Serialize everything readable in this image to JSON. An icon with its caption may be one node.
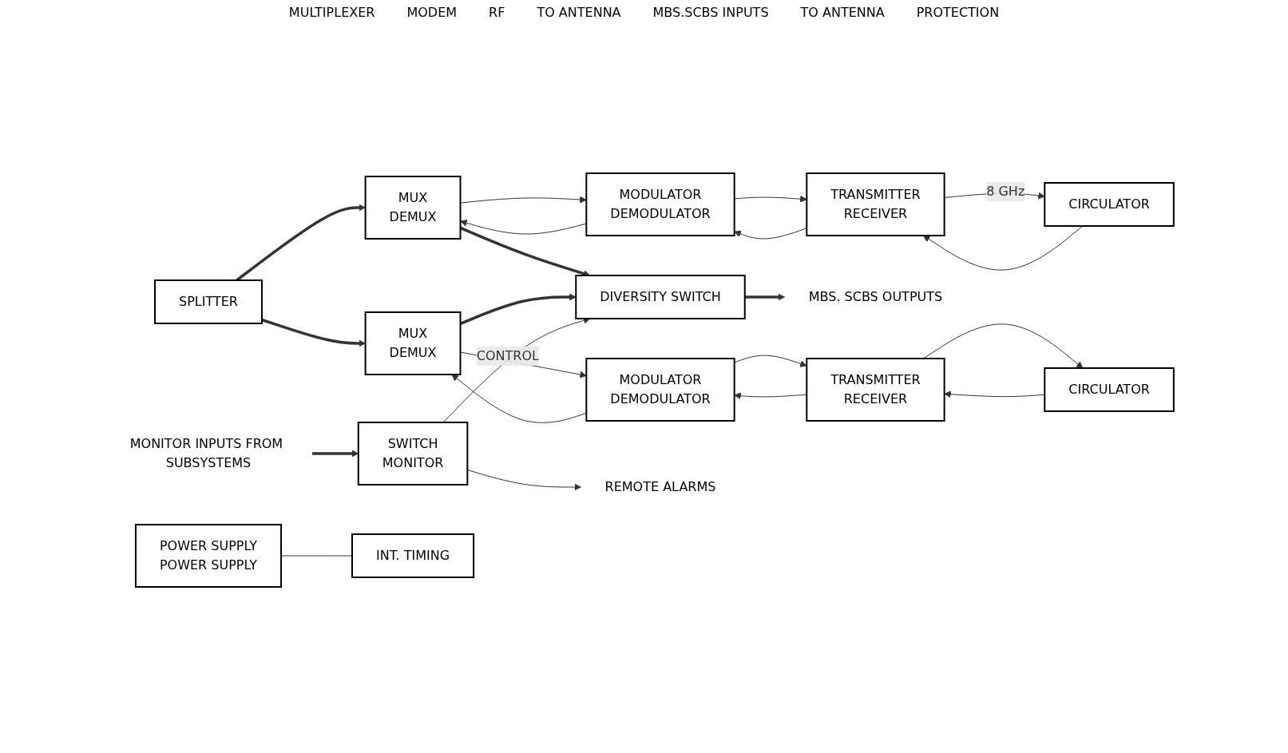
{
  "diagram": {
    "nodes": [
      {
        "text": [
          "SPLITTER"
        ]
      },
      {
        "text": [
          "MUX",
          "DEMUX"
        ]
      },
      {
        "text": [
          "MODULATOR",
          "DEMODULATOR"
        ]
      },
      {
        "text": [
          "TRANSMITTER",
          "RECEIVER"
        ]
      },
      {
        "text": [
          "CIRCULATOR"
        ]
      },
      {
        "text": [
          "DIVERSITY SWITCH"
        ]
      },
      {
        "text": [
          "MBS. SCBS OUTPUTS"
        ]
      },
      {
        "text": [
          "POWER SUPPLY",
          "POWER SUPPLY"
        ]
      },
      {
        "text": [
          "INT. TIMING"
        ]
      },
      {
        "text": [
          "MUX",
          "DEMUX"
        ]
      },
      {
        "text": [
          "MODULATOR",
          "DEMODULATOR"
        ]
      },
      {
        "text": [
          "TRANSMITTER",
          "RECEIVER"
        ]
      },
      {
        "text": [
          "CIRCULATOR"
        ]
      },
      {
        "text": [
          "SWITCH",
          "MONITOR"
        ]
      },
      {
        "text": [
          "MONITOR INPUTS FROM SUBSYSTEMS"
        ]
      },
      {
        "text": [
          "REMOTE ALARMS"
        ]
      }
    ],
    "edges": [
      {
        "from": 0,
        "to": 1,
        "arrow": "to",
        "style": "thick"
      },
      {
        "from": 0,
        "to": 9,
        "arrow": "to",
        "style": "thick"
      },
      {
        "from": 1,
        "to": 5,
        "arrow": "to",
        "style": "thick"
      },
      {
        "from": 9,
        "to": 5,
        "arrow": "to",
        "style": "thick"
      },
      {
        "from": 5,
        "to": 6,
        "arrow": "to",
        "style": "thick"
      },
      {
        "from": 1,
        "to": 2,
        "arrow": "to"
      },
      {
        "from": 2,
        "to": 1,
        "arrow": "to"
      },
      {
        "from": 2,
        "to": 3,
        "arrow": "to"
      },
      {
        "from": 3,
        "to": 2,
        "arrow": "to"
      },
      {
        "from": 3,
        "to": 4,
        "arrow": "to",
        "label": "8 GHz"
      },
      {
        "from": 4,
        "to": 3,
        "arrow": "to"
      },
      {
        "from": 7,
        "to": 8,
        "arrow": "none"
      },
      {
        "from": 9,
        "to": 10,
        "arrow": "to"
      },
      {
        "from": 10,
        "to": 9,
        "arrow": "to"
      },
      {
        "from": 10,
        "to": 11,
        "arrow": "to"
      },
      {
        "from": 11,
        "to": 10,
        "arrow": "to"
      },
      {
        "from": 11,
        "to": 12,
        "arrow": "to"
      },
      {
        "from": 12,
        "to": 11,
        "arrow": "to"
      },
      {
        "from": 13,
        "to": 5,
        "arrow": "to",
        "label": "CONTROL"
      },
      {
        "from": 14,
        "to": 13,
        "arrow": "to",
        "style": "thick"
      },
      {
        "from": 13,
        "to": 15,
        "arrow": "to"
      }
    ],
    "labels": [
      "MULTIPLEXER",
      "MODEM",
      "RF",
      "TO ANTENNA",
      "MBS.SCBS INPUTS",
      "TO ANTENNA",
      "PROTECTION"
    ]
  }
}
